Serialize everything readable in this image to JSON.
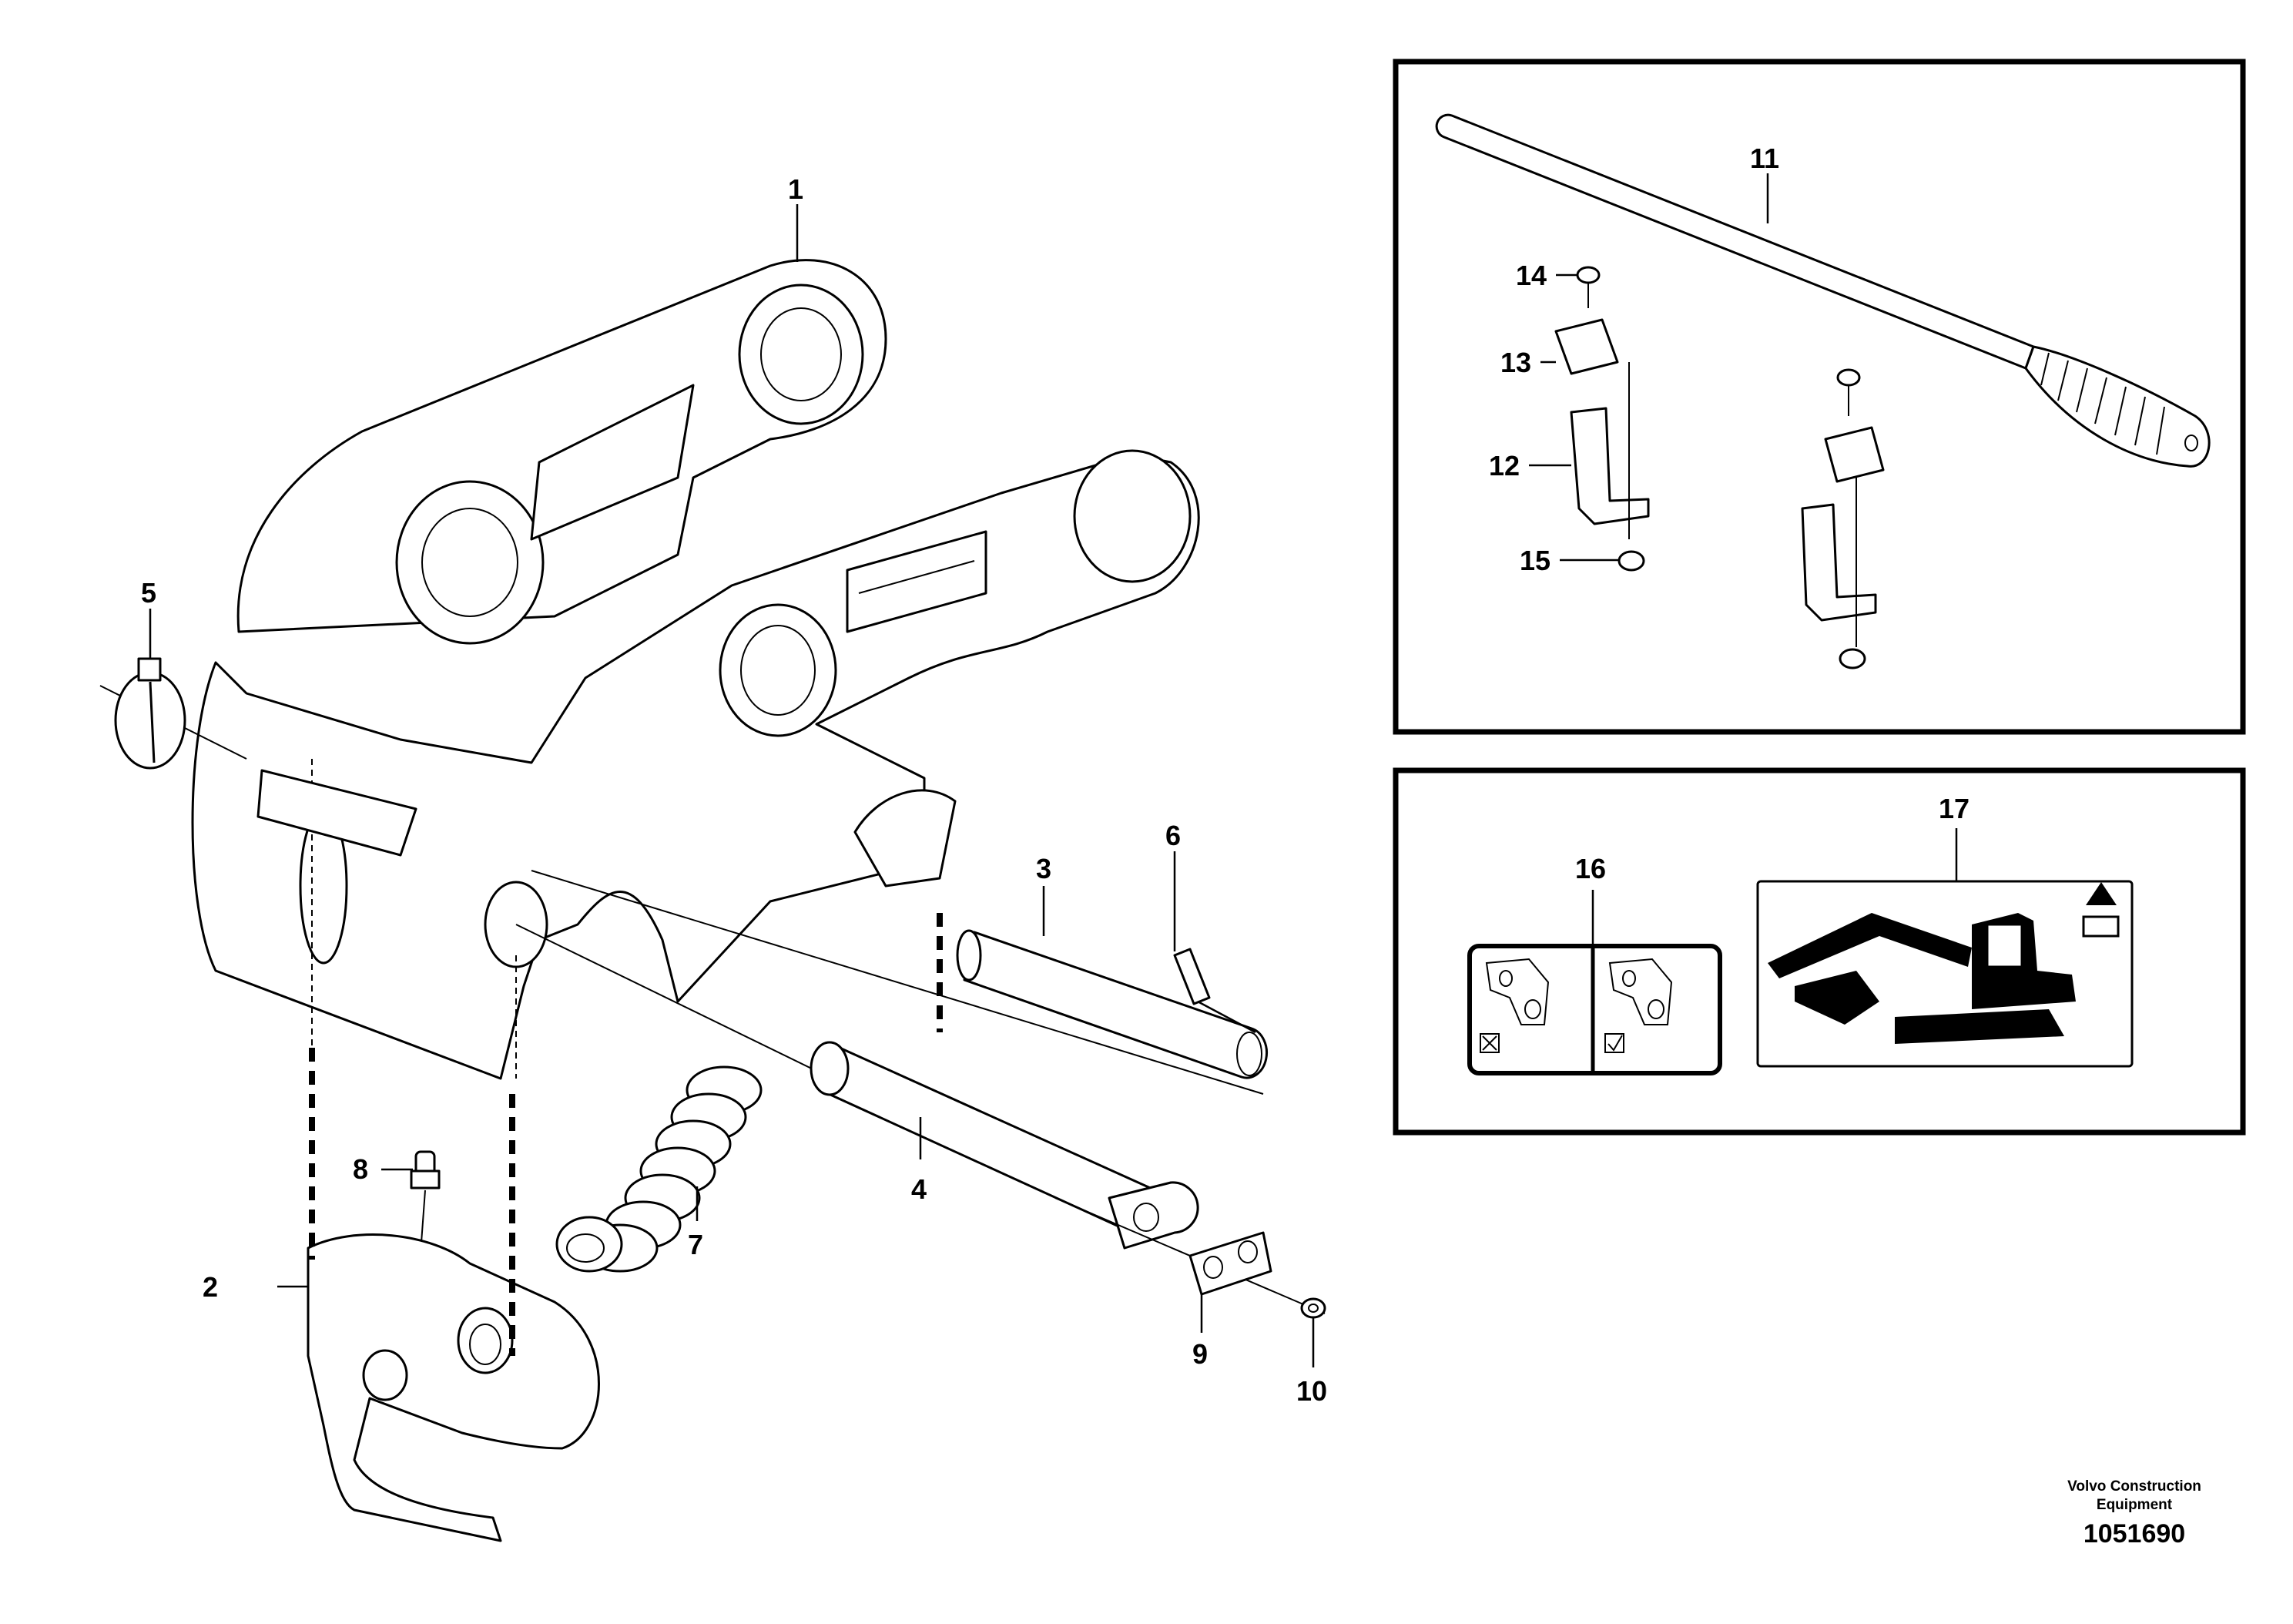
{
  "callouts": {
    "c1": "1",
    "c2": "2",
    "c3": "3",
    "c4": "4",
    "c5": "5",
    "c6": "6",
    "c7": "7",
    "c8": "8",
    "c9": "9",
    "c10": "10",
    "c11": "11",
    "c12": "12",
    "c13": "13",
    "c14": "14",
    "c15": "15",
    "c16": "16",
    "c17": "17"
  },
  "footer": {
    "company": "Volvo Construction Equipment",
    "drawing_number": "1051690"
  }
}
